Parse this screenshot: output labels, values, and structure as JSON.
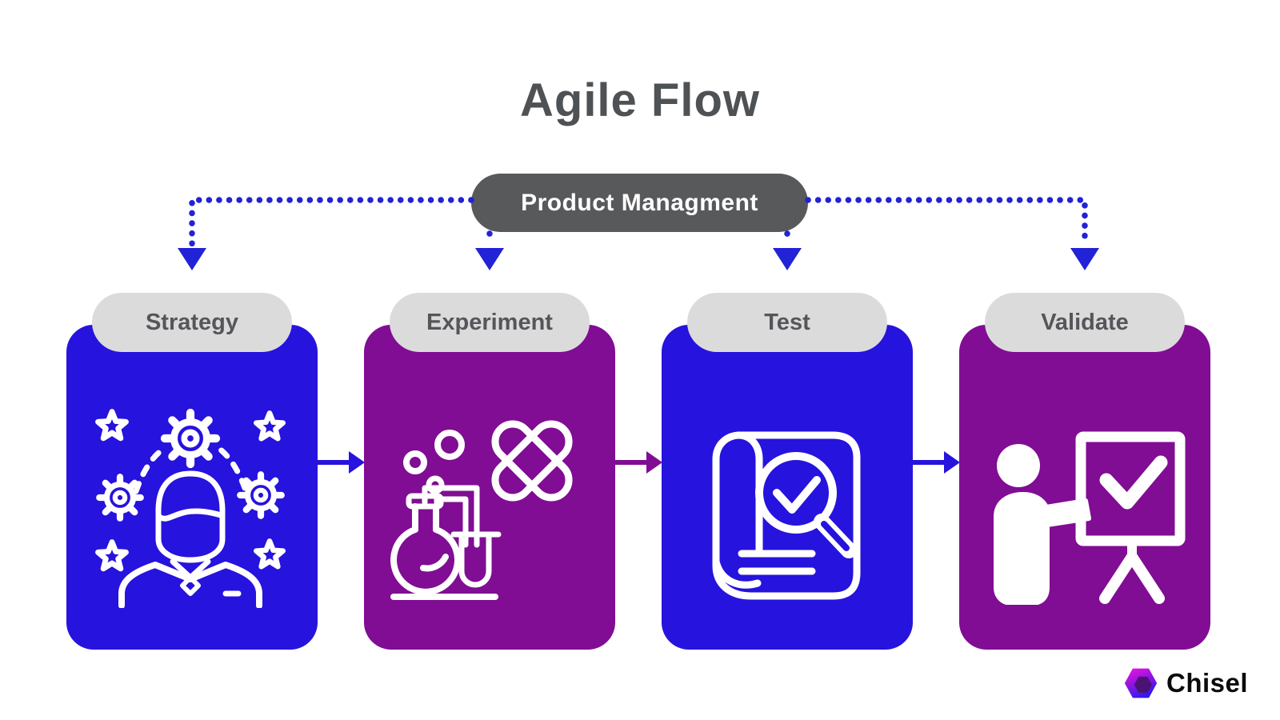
{
  "title": "Agile Flow",
  "top_node": {
    "label": "Product Managment"
  },
  "stages": [
    {
      "label": "Strategy",
      "color": "#2613DD",
      "icon": "strategy-person-gears-stars-icon"
    },
    {
      "label": "Experiment",
      "color": "#800D93",
      "icon": "experiment-flask-bandage-icon"
    },
    {
      "label": "Test",
      "color": "#2613DD",
      "icon": "test-scroll-magnifier-check-icon"
    },
    {
      "label": "Validate",
      "color": "#800D93",
      "icon": "validate-presenter-board-check-icon"
    }
  ],
  "connectors": {
    "dotted_color": "#2222D6",
    "stage_arrow_colors": [
      "#2613DD",
      "#800D93",
      "#2613DD"
    ]
  },
  "brand": {
    "name": "Chisel"
  },
  "colors": {
    "background": "#FFFFFF",
    "title_text": "#4F5254",
    "node_bg": "#58595B",
    "node_text": "#FFFFFF",
    "stage_pill_bg": "#DBDBDB",
    "stage_pill_text": "#55565A"
  }
}
